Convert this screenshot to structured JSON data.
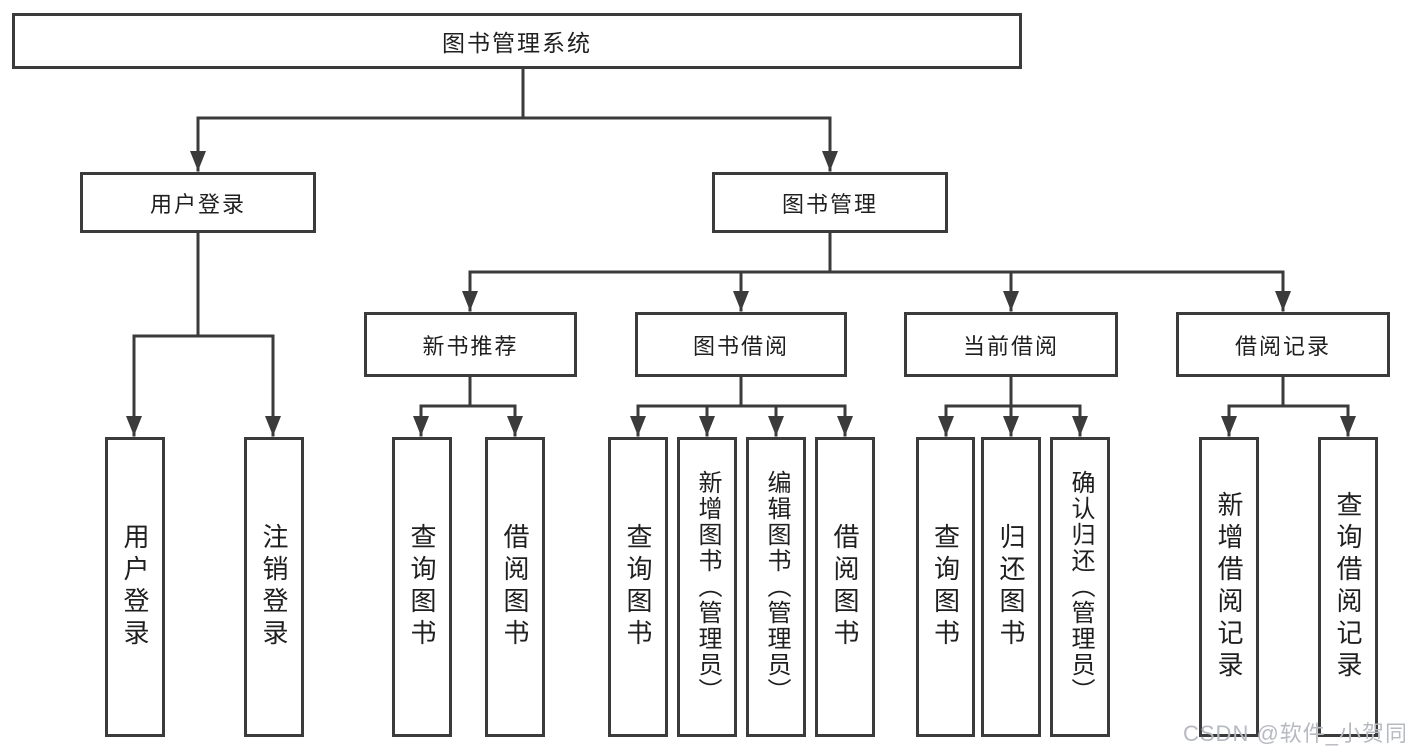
{
  "tree": {
    "root": "图书管理系统",
    "branches": [
      {
        "label": "用户登录",
        "children": [
          {
            "label": "用户登录"
          },
          {
            "label": "注销登录"
          }
        ]
      },
      {
        "label": "图书管理",
        "children": [
          {
            "label": "新书推荐",
            "children": [
              {
                "label": "查询图书"
              },
              {
                "label": "借阅图书"
              }
            ]
          },
          {
            "label": "图书借阅",
            "children": [
              {
                "label": "查询图书"
              },
              {
                "label": "新增图书（管理员）"
              },
              {
                "label": "编辑图书（管理员）"
              },
              {
                "label": "借阅图书"
              }
            ]
          },
          {
            "label": "当前借阅",
            "children": [
              {
                "label": "查询图书"
              },
              {
                "label": "归还图书"
              },
              {
                "label": "确认归还（管理员）"
              }
            ]
          },
          {
            "label": "借阅记录",
            "children": [
              {
                "label": "新增借阅记录"
              },
              {
                "label": "查询借阅记录"
              }
            ]
          }
        ]
      }
    ]
  },
  "watermark": {
    "text": "CSDN @软件_小贺同学"
  },
  "colors": {
    "line": "#3b3b3b",
    "text": "#1f1f1f",
    "background": "#ffffff",
    "watermark": "#b7bac1"
  }
}
